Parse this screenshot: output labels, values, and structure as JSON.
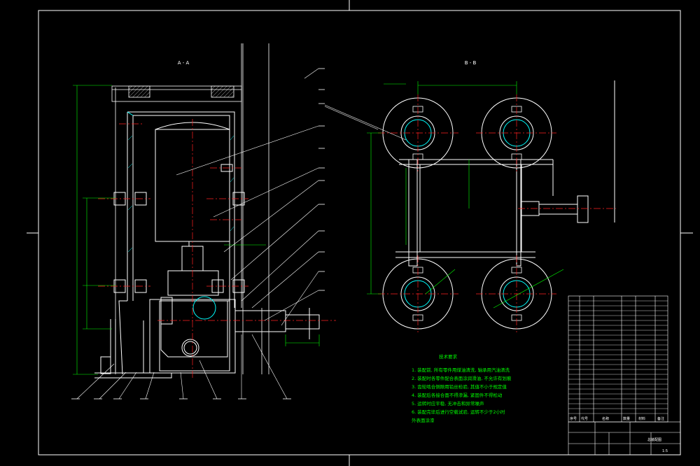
{
  "views": {
    "left_title": "A - A",
    "right_title": "B - B"
  },
  "notes": {
    "title": "技术要求",
    "lines": [
      "1. 装配前, 所有零件用煤油清洗, 轴承用汽油清洗",
      "2. 装配时各零件配合表面涂润滑油, 不允许有划痕",
      "3. 齿轮啮合侧隙用铅丝检验, 其值不小于规定值",
      "4. 装配后各接合面不得渗漏, 紧固件不得松动",
      "5. 运转时应平稳, 无冲击和异常噪声",
      "6. 装配完毕后进行空载试验, 运转不少于2小时",
      "   外表面涂漆"
    ]
  },
  "title_block": {
    "drawing_title": "总装配图",
    "scale": "1:5",
    "header_cells": [
      "序号",
      "代号",
      "名称",
      "数量",
      "材料",
      "备注"
    ]
  },
  "colors": {
    "background": "#000000",
    "outline": "#ffffff",
    "part": "#ffffff",
    "centerline": "#ff2020",
    "dimension": "#00ff00",
    "hidden": "#00ffff",
    "leader": "#ffffff",
    "accent": "#ff00ff"
  }
}
